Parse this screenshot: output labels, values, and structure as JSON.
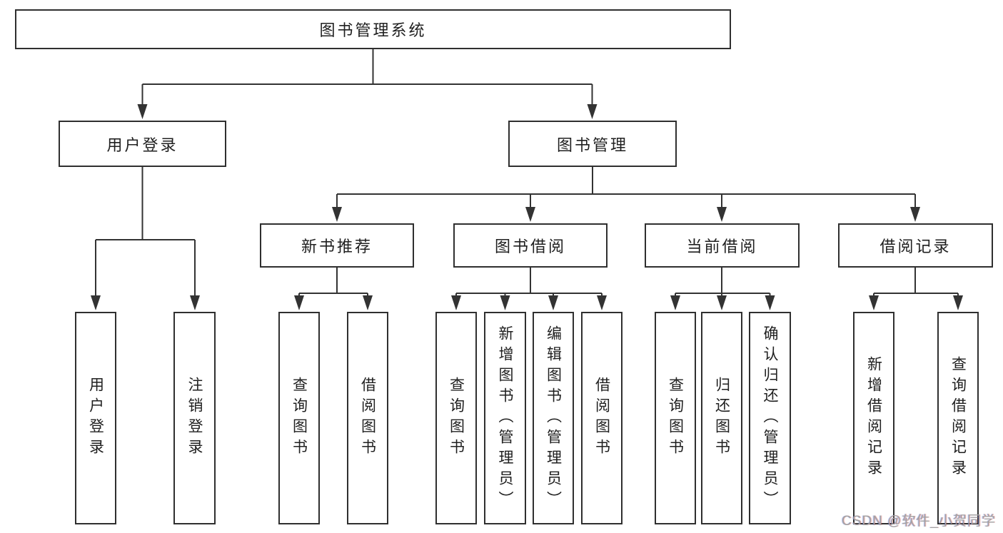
{
  "diagram": {
    "root": "图书管理系统",
    "level2": {
      "user_login": "用户登录",
      "book_mgmt": "图书管理"
    },
    "level3": {
      "new_books": "新书推荐",
      "book_borrow": "图书借阅",
      "current_borrow": "当前借阅",
      "borrow_records": "借阅记录"
    },
    "leaves": {
      "user_login": "用户登录",
      "logout": "注销登录",
      "nb_query": "查询图书",
      "nb_borrow": "借阅图书",
      "bb_query": "查询图书",
      "bb_add": "新增图书（管理员）",
      "bb_edit": "编辑图书（管理员）",
      "bb_borrow": "借阅图书",
      "cb_query": "查询图书",
      "cb_return": "归还图书",
      "cb_confirm": "确认归还（管理员）",
      "br_add": "新增借阅记录",
      "br_query": "查询借阅记录"
    }
  },
  "watermark": "CSDN @软件_小贺同学",
  "colors": {
    "line": "#333333",
    "text": "#1f1f1f",
    "watermark": "#a3a3a3"
  }
}
